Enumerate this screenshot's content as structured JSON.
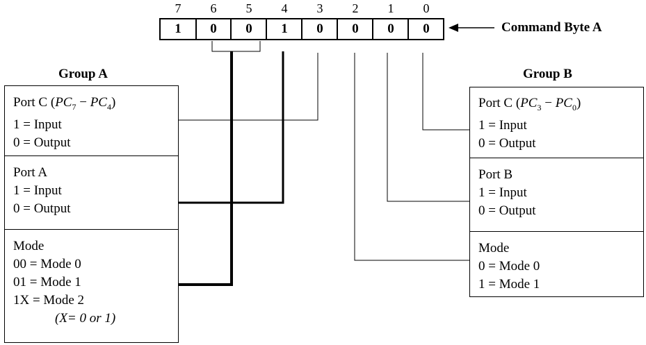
{
  "bit_numbers": [
    "7",
    "6",
    "5",
    "4",
    "3",
    "2",
    "1",
    "0"
  ],
  "command_bits": [
    "1",
    "0",
    "0",
    "1",
    "0",
    "0",
    "0",
    "0"
  ],
  "command_label": "Command Byte A",
  "group_a": {
    "title": "Group A",
    "port_c": {
      "prefix": "Port C (",
      "hi": {
        "sym": "PC",
        "sub": "7"
      },
      "dash": " − ",
      "lo": {
        "sym": "PC",
        "sub": "4"
      },
      "suffix": ")",
      "input": "1 = Input",
      "output": "0 = Output"
    },
    "port_a": {
      "title": "Port A",
      "input": "1 = Input",
      "output": "0 = Output"
    },
    "mode": {
      "title": "Mode",
      "m0": "00 = Mode 0",
      "m1": "01 = Mode 1",
      "m2": "1X = Mode 2",
      "note": "(X= 0 or 1)"
    }
  },
  "group_b": {
    "title": "Group B",
    "port_c": {
      "prefix": "Port C (",
      "hi": {
        "sym": "PC",
        "sub": "3"
      },
      "dash": " − ",
      "lo": {
        "sym": "PC",
        "sub": "0"
      },
      "suffix": ")",
      "input": "1 = Input",
      "output": "0 = Output"
    },
    "port_b": {
      "title": "Port B",
      "input": "1 = Input",
      "output": "0 = Output"
    },
    "mode": {
      "title": "Mode",
      "m0": "0 = Mode 0",
      "m1": "1 = Mode 1"
    }
  }
}
